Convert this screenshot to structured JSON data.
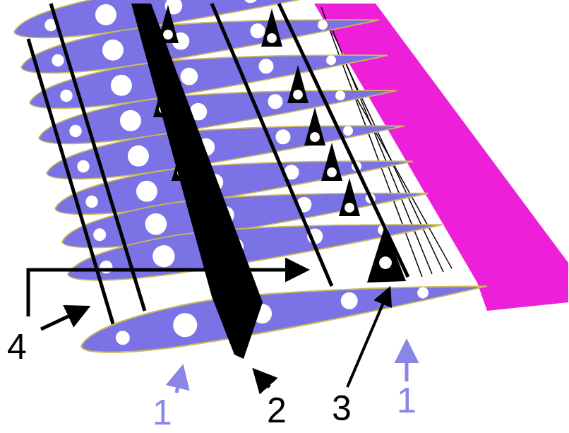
{
  "diagram": {
    "labels": [
      "4",
      "1",
      "2",
      "3",
      "1"
    ]
  }
}
